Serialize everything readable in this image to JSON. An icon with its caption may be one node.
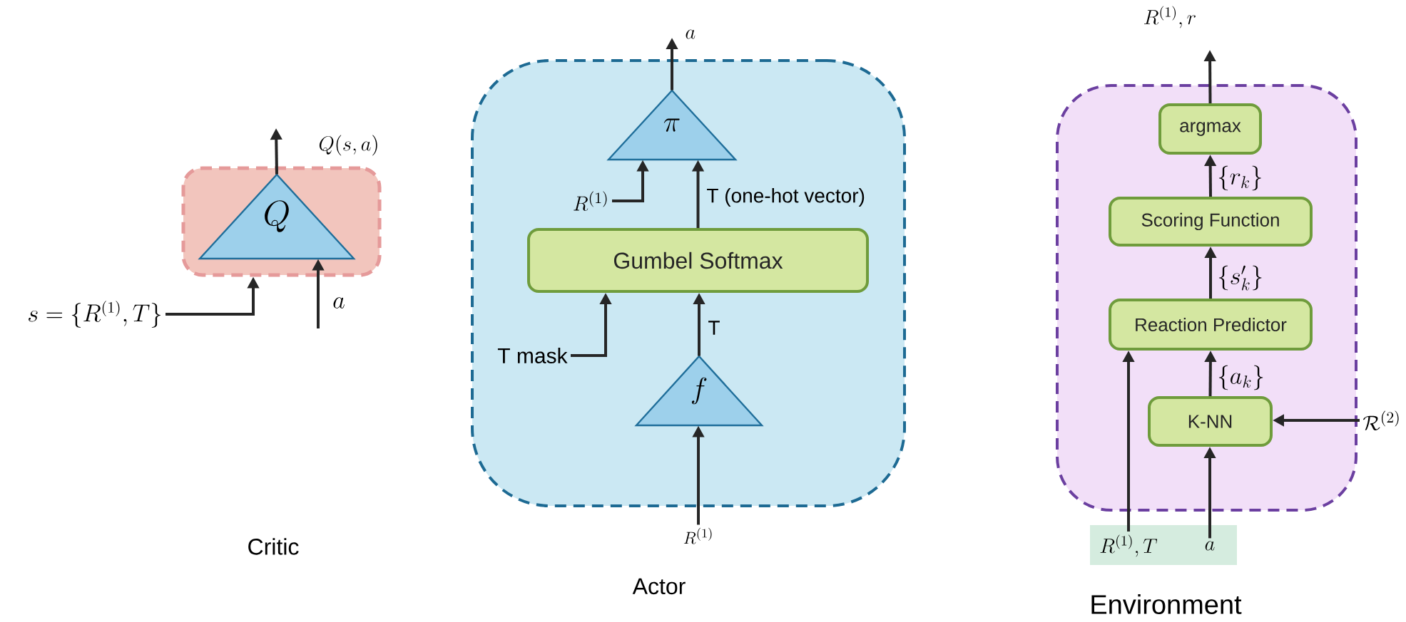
{
  "diagram": {
    "nodes": [
      {
        "text": [],
        "shape": "box"
      },
      {
        "text": [
          "Q"
        ],
        "in": 0
      },
      {
        "text": [
          "s=\\{R^{(1)},T\\}"
        ]
      },
      {
        "text": [],
        "shape": "box"
      },
      {
        "text": [
          "\\pi"
        ],
        "in": 3
      },
      {
        "text": [
          "Gumbel Softmax"
        ],
        "in": 3
      },
      {
        "text": [
          "f"
        ],
        "in": 3
      },
      {
        "text": [
          "R^{(1)}"
        ],
        "in": 3
      },
      {
        "text": [
          "T mask"
        ],
        "in": 3
      },
      {
        "text": [
          "R^{(1)}"
        ]
      },
      {
        "text": [],
        "shape": "box"
      },
      {
        "text": [
          "argmax"
        ],
        "in": 10
      },
      {
        "text": [
          "Scoring Function"
        ],
        "in": 10
      },
      {
        "text": [
          "Reaction Predictor"
        ],
        "in": 10
      },
      {
        "text": [
          "K-NN"
        ],
        "in": 10
      },
      {
        "text": [],
        "shape": "box"
      },
      {
        "text": [
          "R^{(1)},T"
        ],
        "in": 15
      },
      {
        "text": [
          "a"
        ],
        "in": 15
      },
      {
        "text": [
          "\\mathcal{R}^{(2)}"
        ]
      }
    ],
    "edges": [
      {
        "from": 1,
        "to": null,
        "arrow": "to",
        "label": "Q(s,a)"
      },
      {
        "from": 2,
        "to": 0,
        "arrow": "to"
      },
      {
        "from": null,
        "to": 1,
        "arrow": "to",
        "label": "a"
      },
      {
        "from": 4,
        "to": null,
        "arrow": "to",
        "label": "a"
      },
      {
        "from": 7,
        "to": 4,
        "arrow": "to"
      },
      {
        "from": 5,
        "to": 4,
        "arrow": "to",
        "label": "T (one-hot vector)"
      },
      {
        "from": 8,
        "to": 5,
        "arrow": "to"
      },
      {
        "from": 6,
        "to": 5,
        "arrow": "to",
        "label": "T"
      },
      {
        "from": 9,
        "to": 6,
        "arrow": "to"
      },
      {
        "from": 11,
        "to": null,
        "arrow": "to",
        "label": "R^{(1)},r"
      },
      {
        "from": 12,
        "to": 11,
        "arrow": "to",
        "label": "\\{r_k\\}"
      },
      {
        "from": 13,
        "to": 12,
        "arrow": "to",
        "label": "\\{s'_k\\}"
      },
      {
        "from": 14,
        "to": 13,
        "arrow": "to",
        "label": "\\{a_k\\}"
      },
      {
        "from": 17,
        "to": 14,
        "arrow": "to"
      },
      {
        "from": 16,
        "to": 13,
        "arrow": "to"
      },
      {
        "from": 18,
        "to": 14,
        "arrow": "to"
      }
    ],
    "labels": [
      "Critic",
      "Actor",
      "Environment"
    ]
  }
}
